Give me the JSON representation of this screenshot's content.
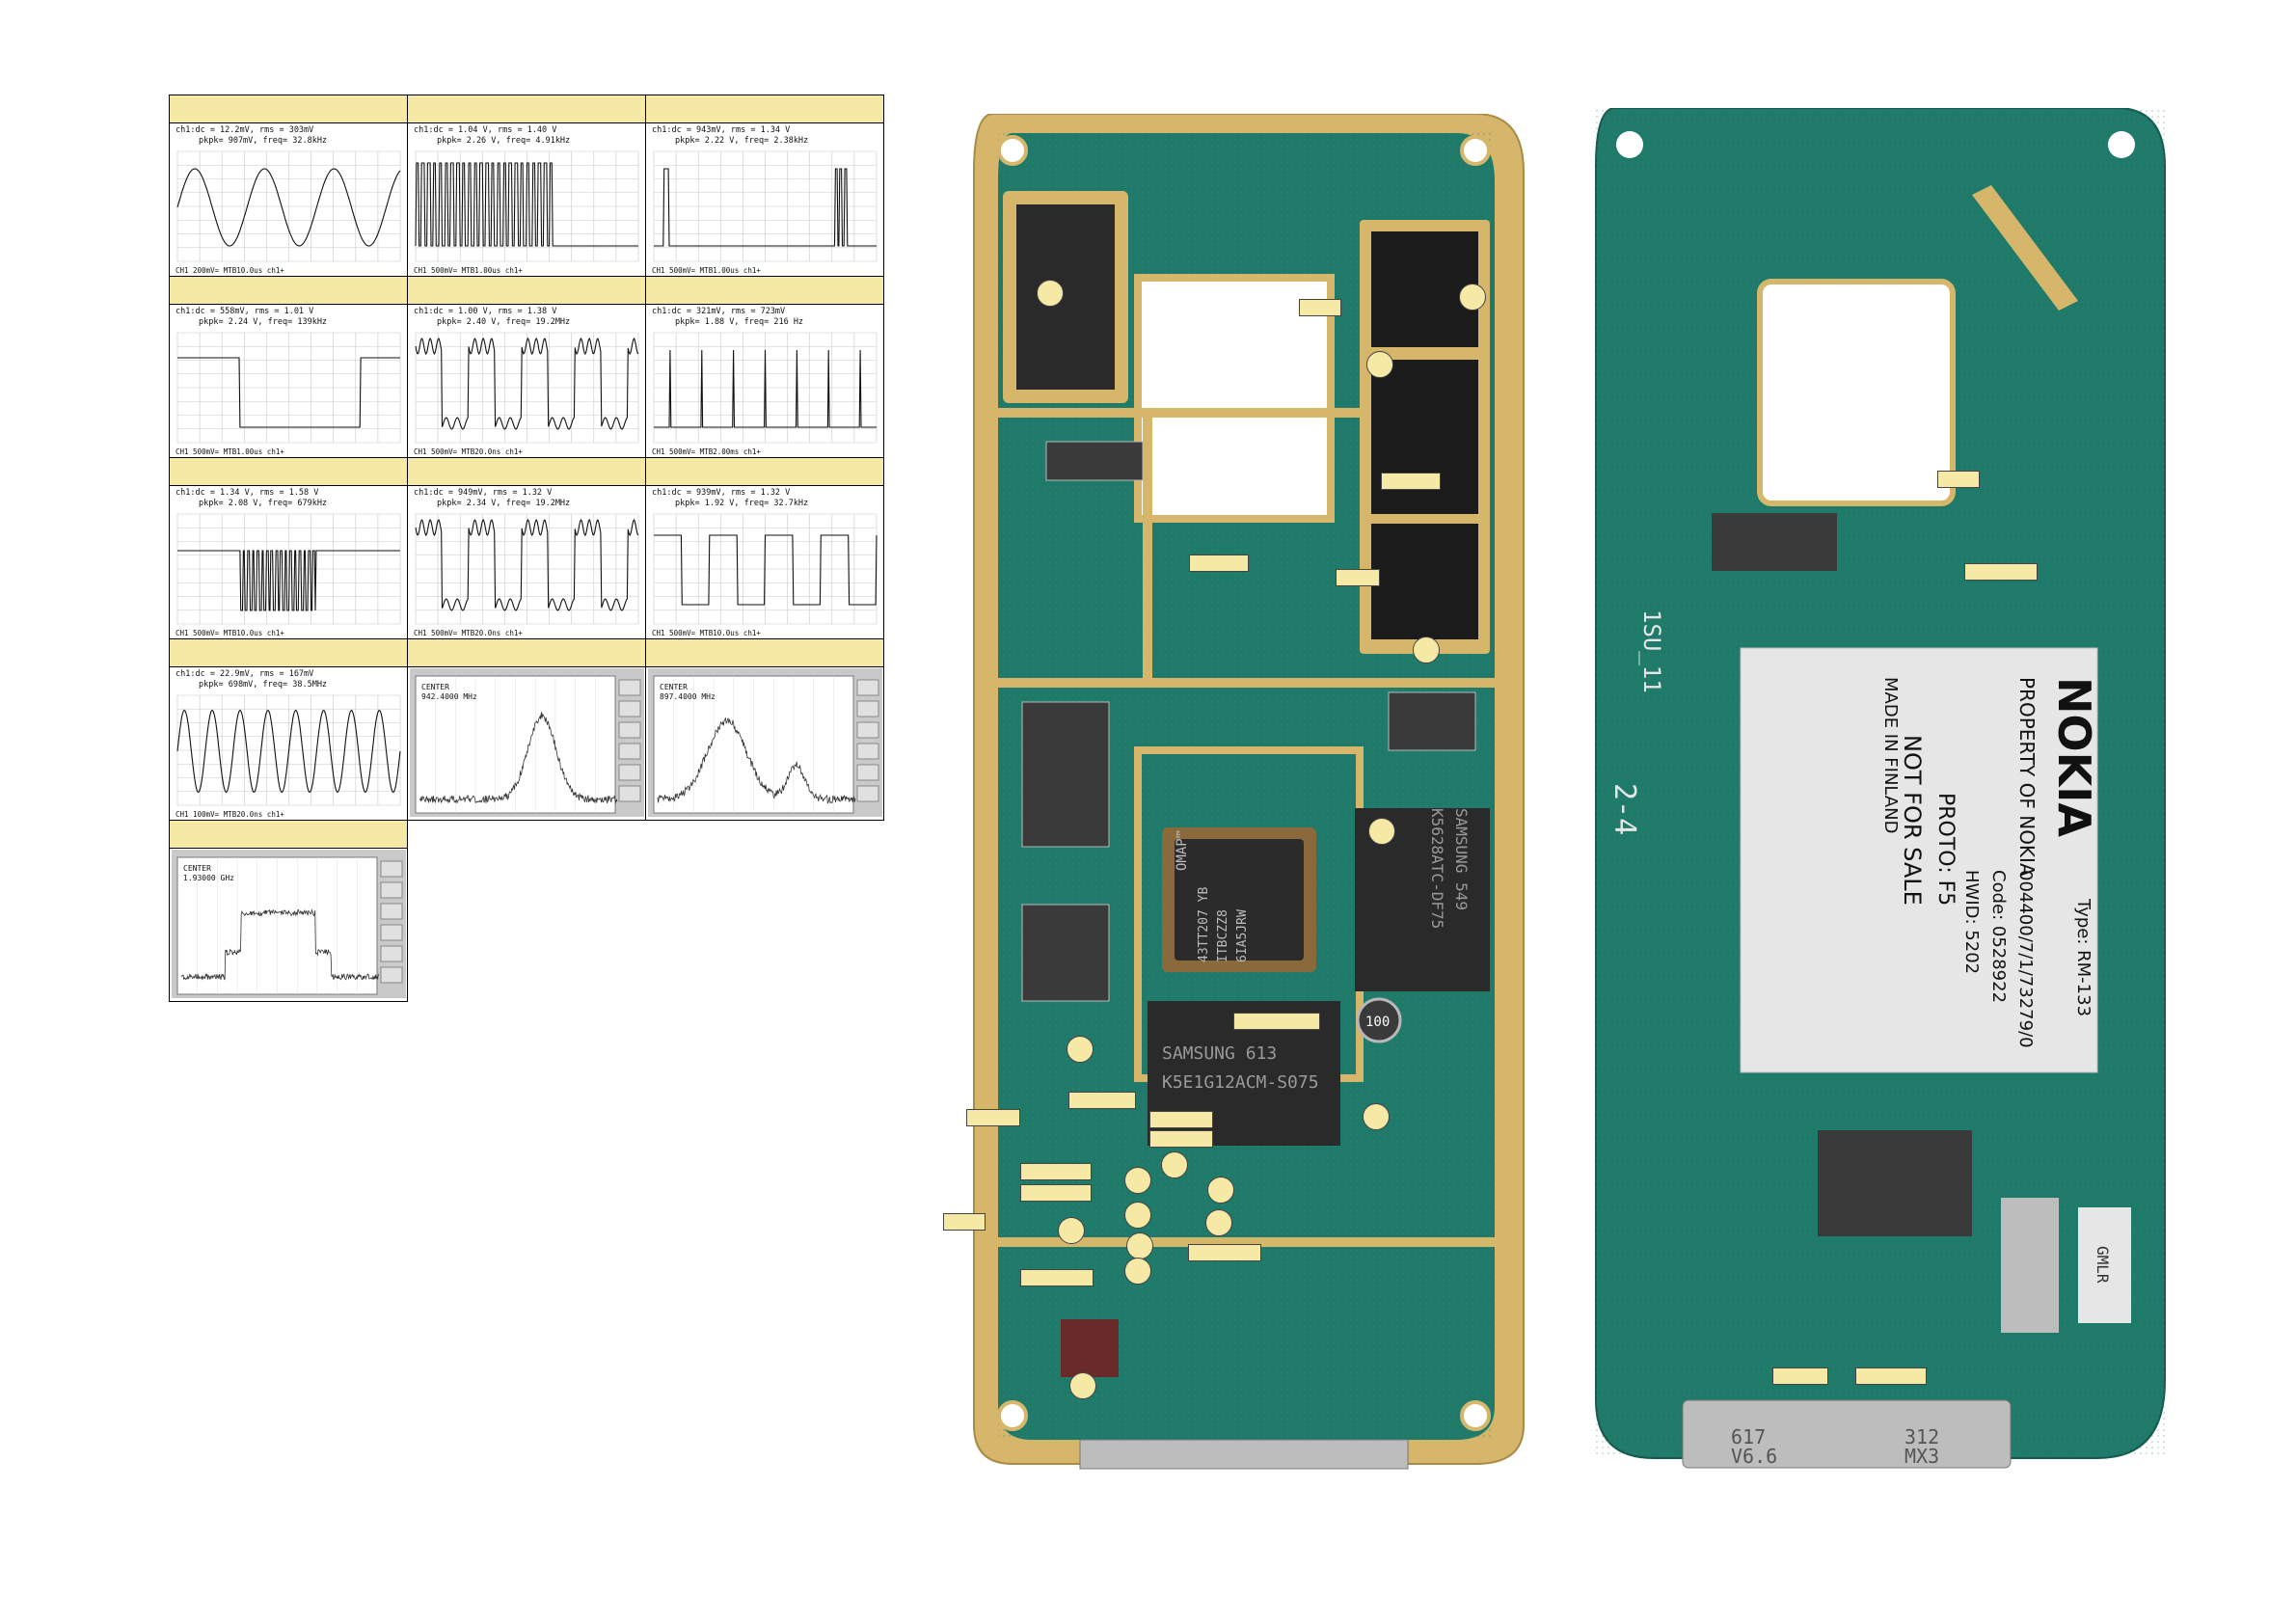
{
  "colors": {
    "panel_header": "#f6e9a6",
    "pcb_green": "#1f7a6a",
    "pcb_gold": "#d6b66a",
    "trace": "#333333"
  },
  "scope_panels": [
    {
      "readout1": "ch1:dc = 12.2mV, rms = 303mV",
      "readout2": "pkpk= 907mV, freq= 32.8kHz",
      "footer": "CH1  200mV=       MTB10.0us        ch1+",
      "wave": "sine3"
    },
    {
      "readout1": "ch1:dc = 1.04 V, rms = 1.40 V",
      "readout2": "pkpk= 2.26 V, freq= 4.91kHz",
      "footer": "CH1  500mV=       MTB1.00us        ch1+",
      "wave": "burst"
    },
    {
      "readout1": "ch1:dc = 943mV, rms = 1.34 V",
      "readout2": "pkpk= 2.22 V, freq= 2.38kHz",
      "footer": "CH1  500mV=       MTB1.00us        ch1+",
      "wave": "pulses"
    },
    {
      "readout1": "ch1:dc = 558mV, rms = 1.01 V",
      "readout2": "pkpk= 2.24 V, freq= 139kHz",
      "footer": "CH1  500mV=       MTB1.00us        ch1+",
      "wave": "lowpulse"
    },
    {
      "readout1": "ch1:dc = 1.00 V, rms = 1.38 V",
      "readout2": "pkpk= 2.40 V, freq= 19.2MHz",
      "footer": "CH1  500mV=       MTB20.0ns        ch1+",
      "wave": "clock"
    },
    {
      "readout1": "ch1:dc = 321mV, rms = 723mV",
      "readout2": "pkpk= 1.88 V, freq= 216 Hz",
      "footer": "CH1  500mV=       MTB2.00ms        ch1+",
      "wave": "spikes"
    },
    {
      "readout1": "ch1:dc = 1.34 V, rms = 1.58 V",
      "readout2": "pkpk= 2.08 V, freq= 679kHz",
      "footer": "CH1  500mV=       MTB10.0us        ch1+",
      "wave": "burst2"
    },
    {
      "readout1": "ch1:dc = 949mV, rms = 1.32 V",
      "readout2": "pkpk= 2.34 V, freq= 19.2MHz",
      "footer": "CH1  500mV=       MTB20.0ns        ch1+",
      "wave": "clock"
    },
    {
      "readout1": "ch1:dc = 939mV, rms = 1.32 V",
      "readout2": "pkpk= 1.92 V, freq= 32.7kHz",
      "footer": "CH1  500mV=       MTB10.0us        ch1+",
      "wave": "square"
    },
    {
      "readout1": "ch1:dc = 22.9mV, rms = 167mV",
      "readout2": "pkpk= 698mV, freq= 38.5MHz",
      "footer": "CH1  100mV=       MTB20.0ns        ch1+",
      "wave": "sine8"
    }
  ],
  "spectrum_panels": [
    {
      "center_label": "CENTER",
      "center_value": "942.4000 MHz",
      "shape": "peak-right"
    },
    {
      "center_label": "CENTER",
      "center_value": "897.4000 MHz",
      "shape": "peak-left"
    },
    {
      "center_label": "CENTER",
      "center_value": "1.93000 GHz",
      "shape": "flat-top"
    }
  ],
  "board_markings": {
    "brand": "NOKIA",
    "type": "Type: RM-133",
    "property": "PROPERTY OF NOKIA",
    "code_line1": "004400/7/1/73279/0",
    "code_line2": "Code: 0528922",
    "hwid": "HWID: 5202",
    "proto": "PROTO: F5",
    "not_for_sale": "NOT FOR SALE",
    "made_in": "MADE IN FINLAND",
    "silk1": "1SU_11",
    "silk2": "2-4",
    "omap": "OMAP™",
    "chip1": "43TT207 YB",
    "chip2": "ITBCZZ8",
    "chip3": "6IA5JRW",
    "samsung1": "SAMSUNG   613",
    "samsung1b": "K5E1G12ACM-S075",
    "samsung2": "SAMSUNG  549",
    "samsung2b": "K5628ATC-DF75",
    "connector1": "617",
    "connector2": "V6.6",
    "connector3": "312",
    "connector4": "MX3",
    "glmr": "GMLR",
    "ind1": "100"
  }
}
